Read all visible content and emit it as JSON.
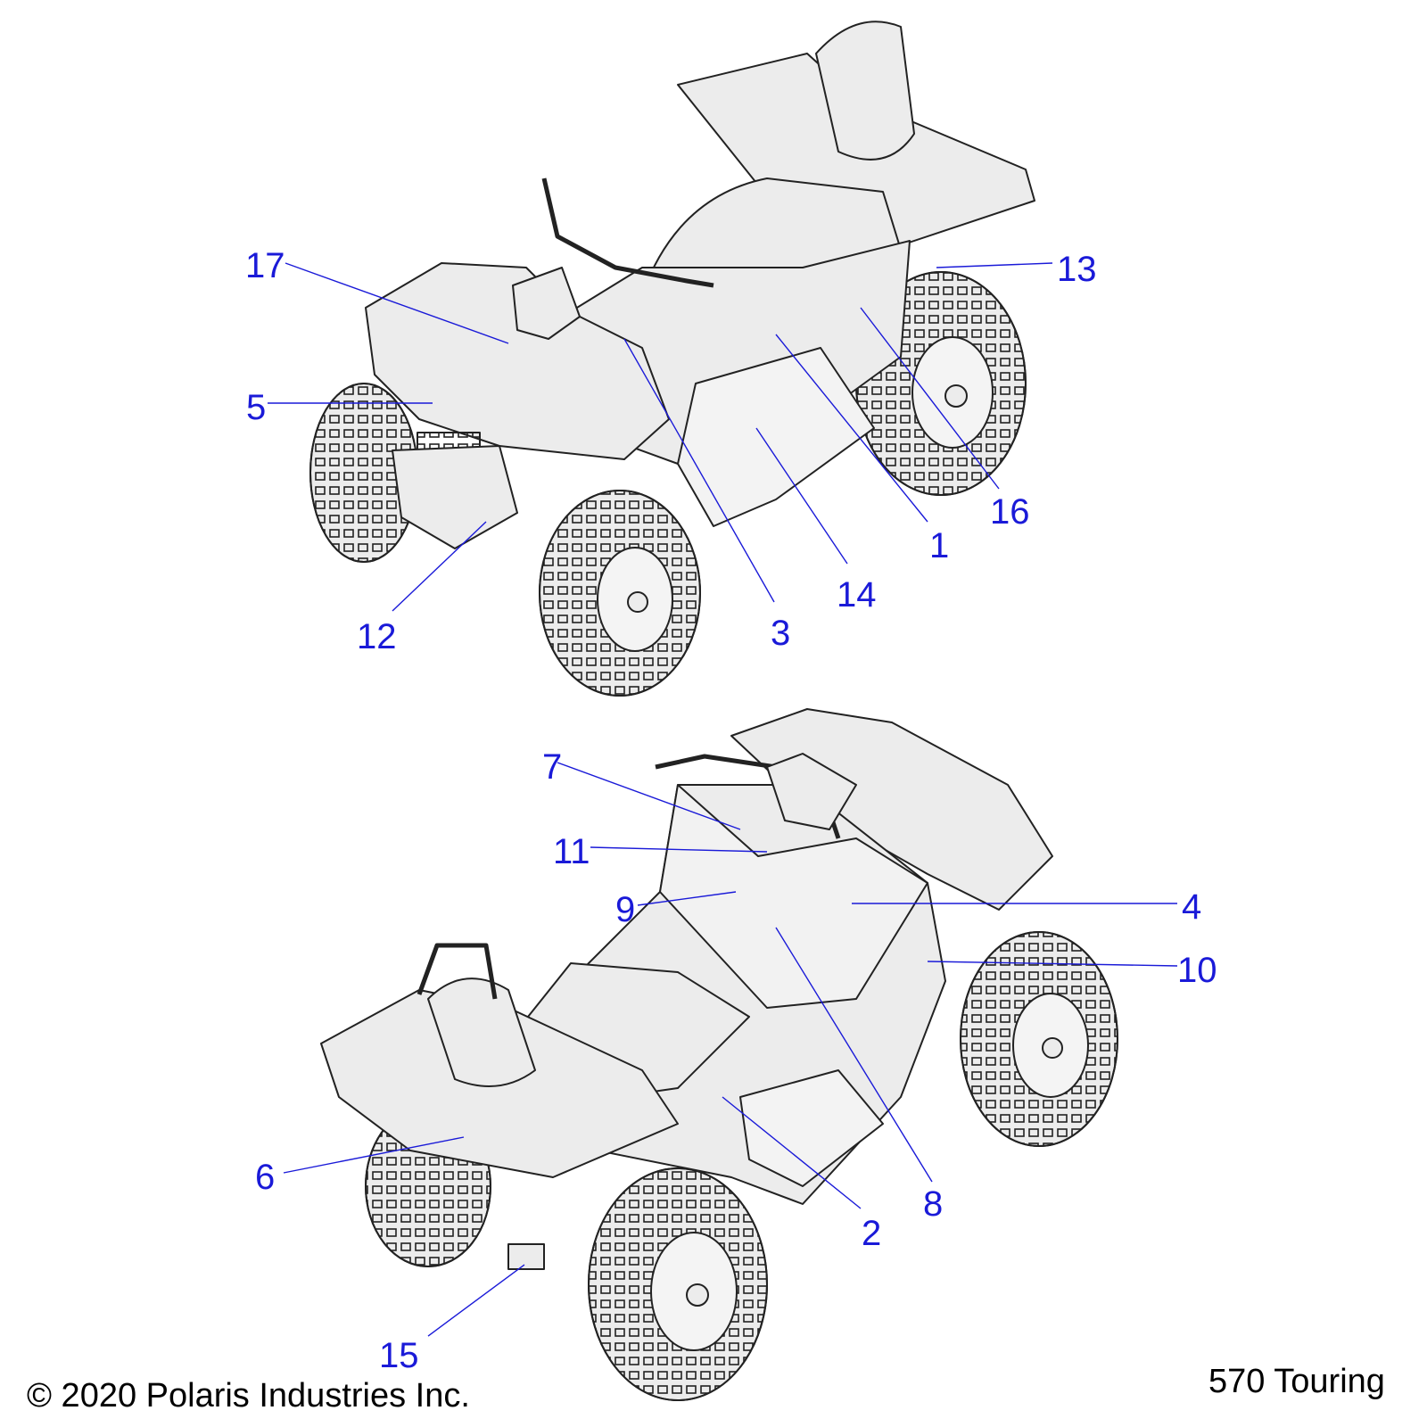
{
  "callouts": {
    "c1": "1",
    "c2": "2",
    "c3": "3",
    "c4": "4",
    "c5": "5",
    "c6": "6",
    "c7": "7",
    "c8": "8",
    "c9": "9",
    "c10": "10",
    "c11": "11",
    "c12": "12",
    "c13": "13",
    "c14": "14",
    "c15": "15",
    "c16": "16",
    "c17": "17"
  },
  "footer": {
    "copyright": "© 2020 Polaris Industries Inc.",
    "model": "570 Touring"
  },
  "colors": {
    "callout": "#1a1ad8",
    "body_fill": "#ececec",
    "line": "#222222"
  }
}
